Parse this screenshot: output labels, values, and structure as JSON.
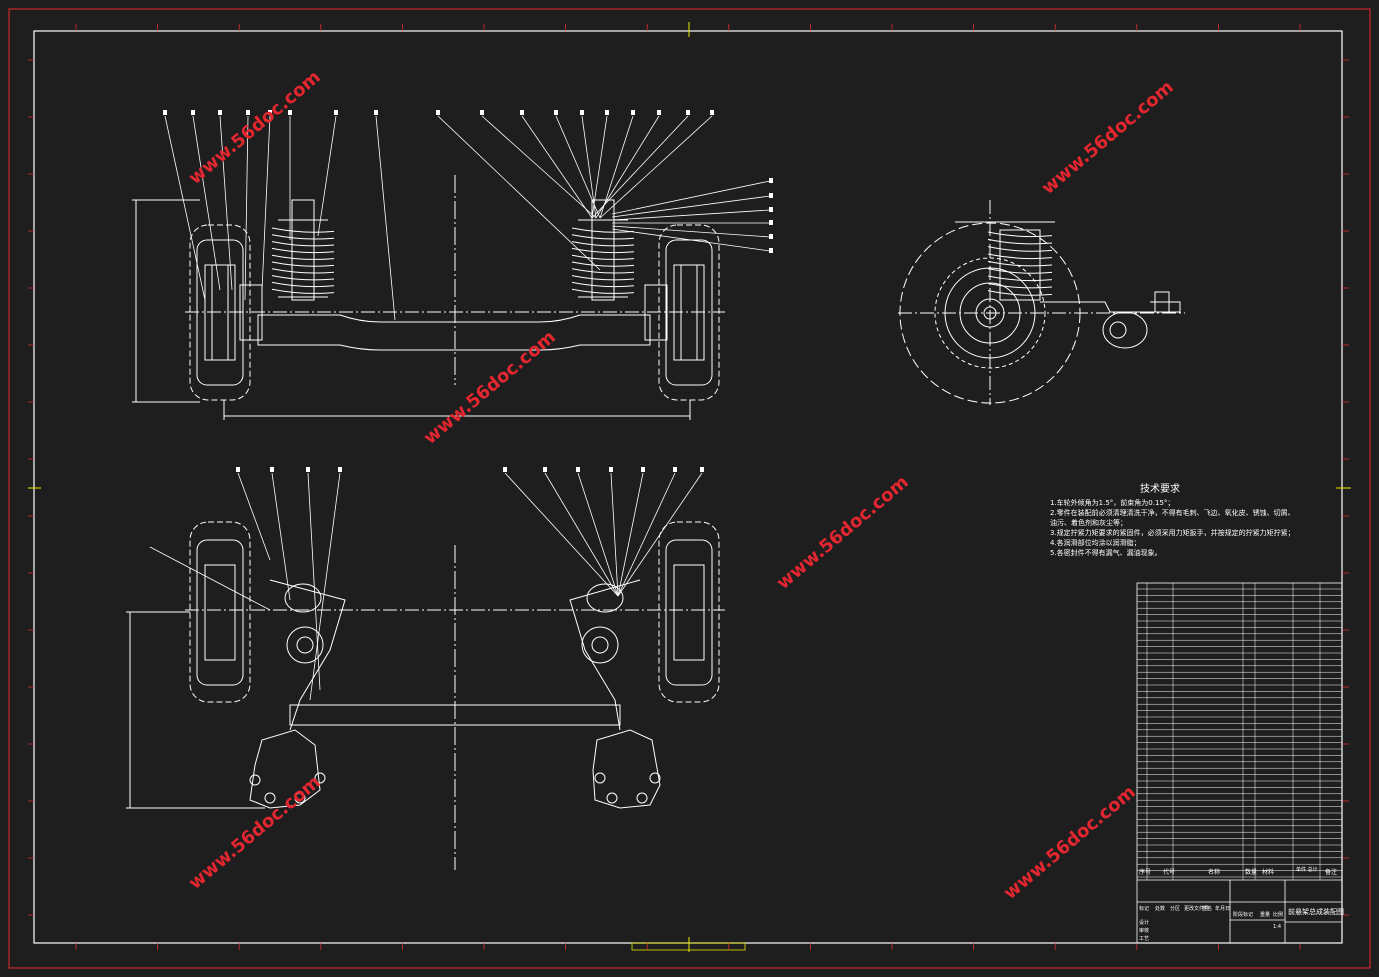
{
  "watermark": "www.56doc.com",
  "technical_requirements": {
    "title": "技术要求",
    "lines": [
      "1.车轮外倾角为1.5°，前束角为0.15°；",
      "2.零件在装配前必须清理清洗干净，不得有毛刺、飞边、氧化皮、锈蚀、切屑、",
      "油污、着色剂和灰尘等；",
      "3.规定拧紧力矩要求的紧固件，必须采用力矩扳手，并按规定的拧紧力矩拧紧；",
      "4.各润滑部位均涂以润滑脂；",
      "5.各密封件不得有漏气、漏油现象。"
    ]
  },
  "title_block": {
    "drawing_name": "前悬架总成装配图",
    "header_seq": "序号",
    "header_code": "代号",
    "header_name": "名称",
    "header_qty": "数量",
    "header_material": "材料",
    "header_weight": "单件 总计",
    "header_note": "备注",
    "sign_labels": [
      "标记",
      "处数",
      "分区",
      "更改文件号",
      "签名",
      "年月日"
    ],
    "role_labels": [
      "设计",
      "审核",
      "工艺"
    ],
    "stage_label": "阶段标记",
    "weight_label": "重量",
    "scale_label": "比例",
    "scale_value": "1:4"
  }
}
